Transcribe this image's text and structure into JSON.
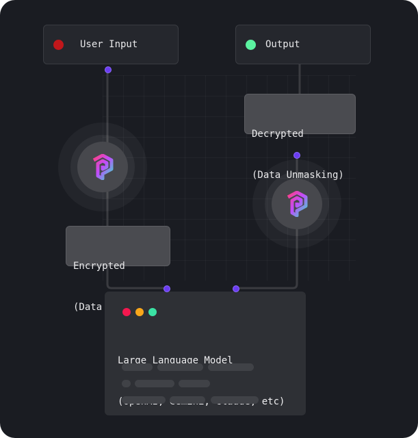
{
  "nodes": {
    "user_input": {
      "label": "User Input",
      "dot_color": "#c0171b"
    },
    "output": {
      "label": "Output",
      "dot_color": "#5bf2a0"
    }
  },
  "labels": {
    "decrypted": {
      "line1": "Decrypted",
      "line2": "(Data Unmasking)"
    },
    "encrypted": {
      "line1": "Encrypted",
      "line2": "(Data Masking)"
    }
  },
  "llm": {
    "title_line1": "Large Language Model",
    "title_line2": "(OpenAI, Gemini, Claude, etc)",
    "window_light_colors": [
      "#f4184f",
      "#f9a71b",
      "#3be2a4"
    ]
  },
  "icons": {
    "processor_left": "logo-icon",
    "processor_right": "logo-icon"
  },
  "colors": {
    "background": "#1a1c22",
    "connector_port": "#6b3df0",
    "wire": "#3a3b40"
  }
}
